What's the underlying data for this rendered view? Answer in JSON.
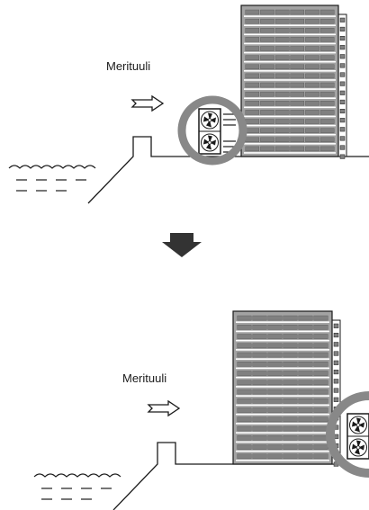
{
  "scenes": [
    {
      "label": "Merituuli",
      "unit_placement": "facing sea wind (wrong)"
    },
    {
      "label": "Merituuli",
      "unit_placement": "sheltered behind building (correct)"
    }
  ],
  "icons": {
    "wind": "wind-arrow-icon",
    "transition": "down-arrow-icon",
    "unit": "outdoor-unit-icon"
  },
  "colors": {
    "line": "#1a1a1a",
    "building_fill": "#a3a3a3",
    "window": "#808080",
    "highlight_circle": "#888888"
  }
}
